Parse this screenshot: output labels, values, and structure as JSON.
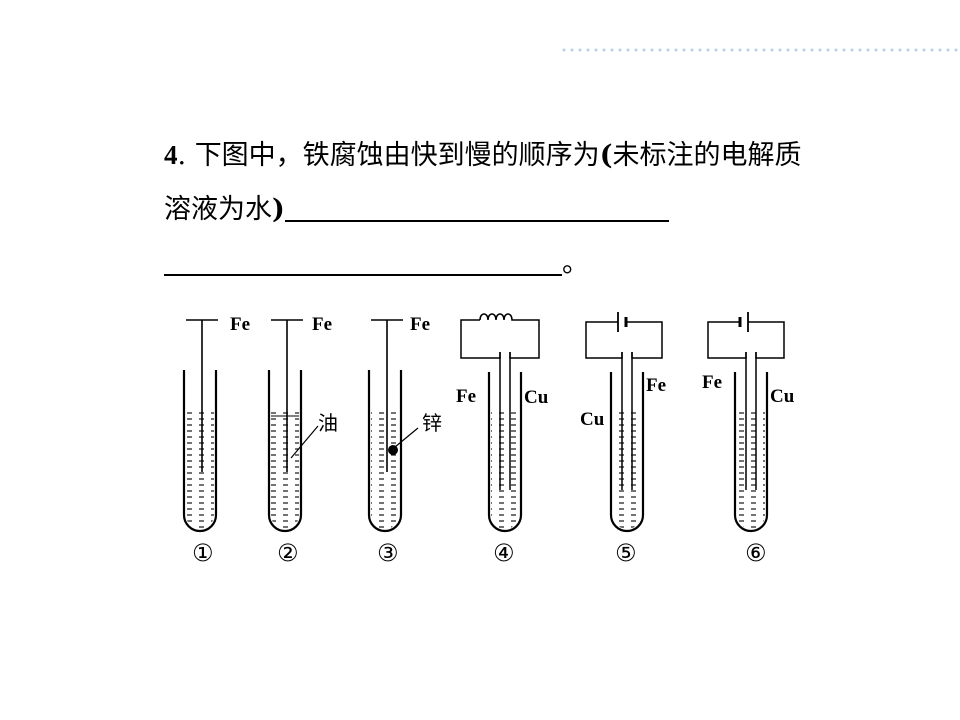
{
  "question": {
    "number": "4",
    "sep": ".",
    "text_part1": "下图中，铁腐蚀由快到慢的顺序为",
    "paren_open": "(",
    "text_part2": "未标注的电解质溶液为水",
    "paren_close": ")",
    "end_mark": "。"
  },
  "figure": {
    "tubes": [
      {
        "number": "①",
        "labels": [
          "Fe"
        ]
      },
      {
        "number": "②",
        "labels": [
          "Fe",
          "油"
        ]
      },
      {
        "number": "③",
        "labels": [
          "Fe",
          "锌"
        ]
      },
      {
        "number": "④",
        "labels": [
          "Fe",
          "Cu"
        ]
      },
      {
        "number": "⑤",
        "labels": [
          "Fe",
          "Cu"
        ]
      },
      {
        "number": "⑥",
        "labels": [
          "Fe",
          "Cu"
        ]
      }
    ]
  }
}
